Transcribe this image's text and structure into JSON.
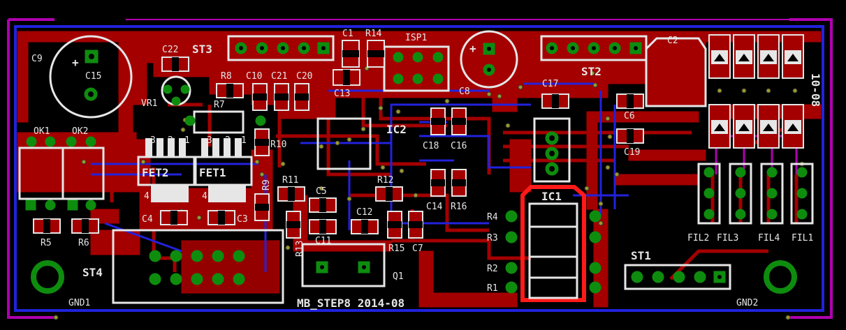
{
  "board": {
    "title": "MB_STEP8  2014-08",
    "rev_label": "10-08"
  },
  "colors": {
    "background": "#000000",
    "copper_top": "#a40000",
    "copper_bottom": "#2222dd",
    "silkscreen": "#e6e6e6",
    "pad": "#0e8c0e",
    "dimension": "#b000b0",
    "highlight": "#ff1a1a",
    "via": "#9a9a2a"
  },
  "labels": {
    "c9": "C9",
    "c15": "C15",
    "c22": "C22",
    "st3": "ST3",
    "vr1": "VR1",
    "ok1": "OK1",
    "ok2": "OK2",
    "r8": "R8",
    "r7": "R7",
    "c10": "C10",
    "c21": "C21",
    "c20": "C20",
    "c1": "C1",
    "r14": "R14",
    "isp1": "ISP1",
    "c13": "C13",
    "c8": "C8",
    "st2": "ST2",
    "c17": "C17",
    "c2": "C2",
    "c6": "C6",
    "c19": "C19",
    "ic2": "IC2",
    "c18": "C18",
    "c16": "C16",
    "r10": "R10",
    "fet2": "FET2",
    "fet1": "FET1",
    "r9": "R9",
    "r11": "R11",
    "c5": "C5",
    "r12": "R12",
    "c14": "C14",
    "r16": "R16",
    "ic1": "IC1",
    "c4": "C4",
    "c3": "C3",
    "c12": "C12",
    "r5": "R5",
    "r6": "R6",
    "r13": "R13",
    "c11": "C11",
    "r15": "R15",
    "c7": "C7",
    "q1": "Q1",
    "st4": "ST4",
    "gnd1": "GND1",
    "gnd2": "GND2",
    "st1": "ST1",
    "r4": "R4",
    "r3": "R3",
    "r2": "R2",
    "r1": "R1",
    "fil1": "FIL1",
    "fil2": "FIL2",
    "fil3": "FIL3",
    "fil4": "FIL4",
    "plus1": "+",
    "plus2": "+",
    "pin3a": "3",
    "pin2a": "2",
    "pin1a": "1",
    "pin3b": "3",
    "pin2b": "2",
    "pin1b": "1",
    "pin4a": "4",
    "pin4b": "4"
  }
}
